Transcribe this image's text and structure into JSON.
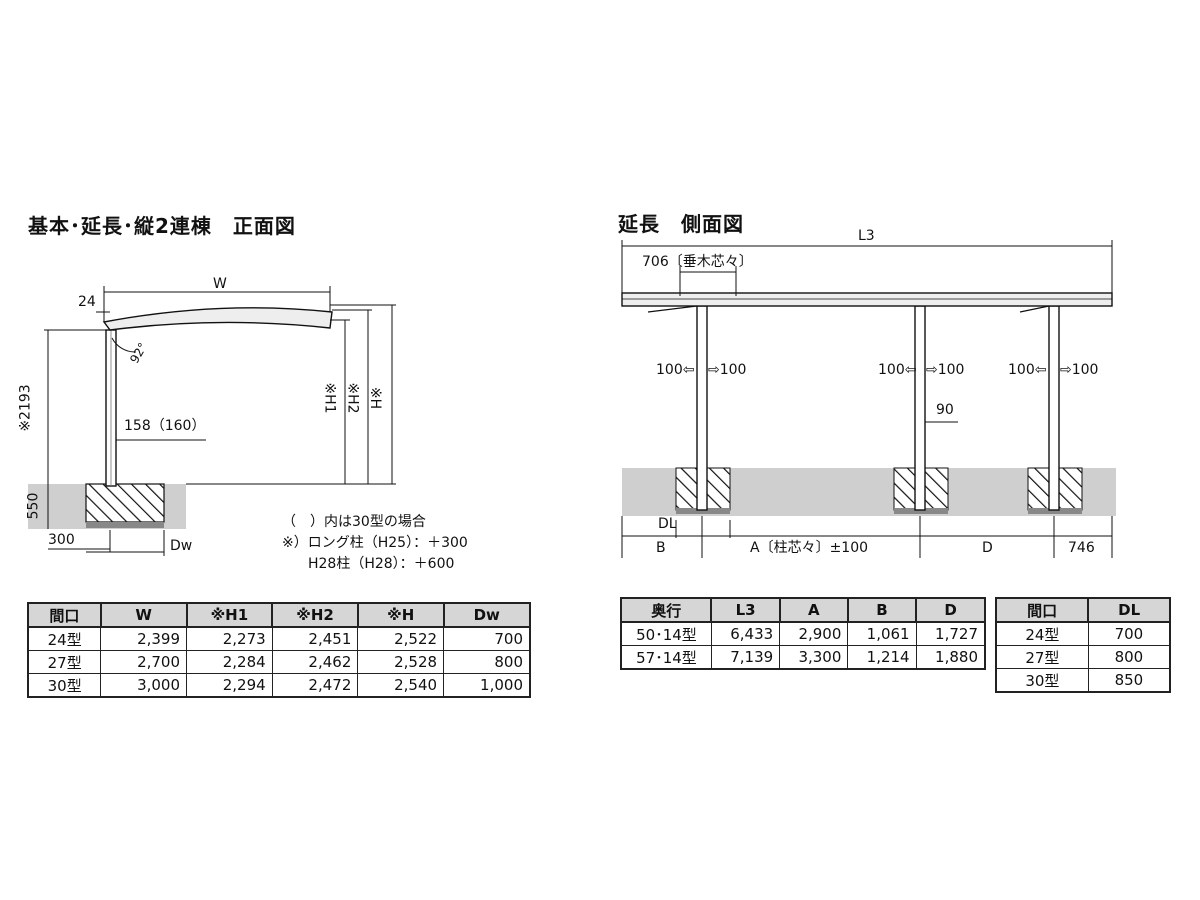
{
  "front": {
    "title": "基本･延長･縦2連棟　正面図",
    "labels": {
      "w": "W",
      "d24": "24",
      "angle": "92°",
      "h2193": "※2193",
      "col": "158（160）",
      "h1": "※H1",
      "h2": "※H2",
      "h": "※H",
      "d550": "550",
      "d300": "300",
      "dw": "Dw"
    },
    "notes": [
      "（　）内は30型の場合",
      "※）ロング柱（H25）：＋300",
      "H28柱（H28）：＋600"
    ]
  },
  "side": {
    "title": "延長　側面図",
    "labels": {
      "l3": "L3",
      "d706": "706〔垂木芯々〕",
      "a1l": "100⇦",
      "a1r": "⇨100",
      "a2l": "100⇦",
      "a2r": "⇨100",
      "a3l": "100⇦",
      "a3r": "⇨100",
      "d90": "90",
      "dl": "DL",
      "b": "B",
      "a": "A〔柱芯々〕±100",
      "d": "D",
      "d746": "746"
    }
  },
  "table1": {
    "headers": [
      "間口",
      "W",
      "※H1",
      "※H2",
      "※H",
      "Dw"
    ],
    "rows": [
      [
        "24型",
        "2,399",
        "2,273",
        "2,451",
        "2,522",
        "700"
      ],
      [
        "27型",
        "2,700",
        "2,284",
        "2,462",
        "2,528",
        "800"
      ],
      [
        "30型",
        "3,000",
        "2,294",
        "2,472",
        "2,540",
        "1,000"
      ]
    ]
  },
  "table2": {
    "headers": [
      "奥行",
      "L3",
      "A",
      "B",
      "D"
    ],
    "rows": [
      [
        "50･14型",
        "6,433",
        "2,900",
        "1,061",
        "1,727"
      ],
      [
        "57･14型",
        "7,139",
        "3,300",
        "1,214",
        "1,880"
      ]
    ]
  },
  "table3": {
    "headers": [
      "間口",
      "DL"
    ],
    "rows": [
      [
        "24型",
        "700"
      ],
      [
        "27型",
        "800"
      ],
      [
        "30型",
        "850"
      ]
    ]
  }
}
